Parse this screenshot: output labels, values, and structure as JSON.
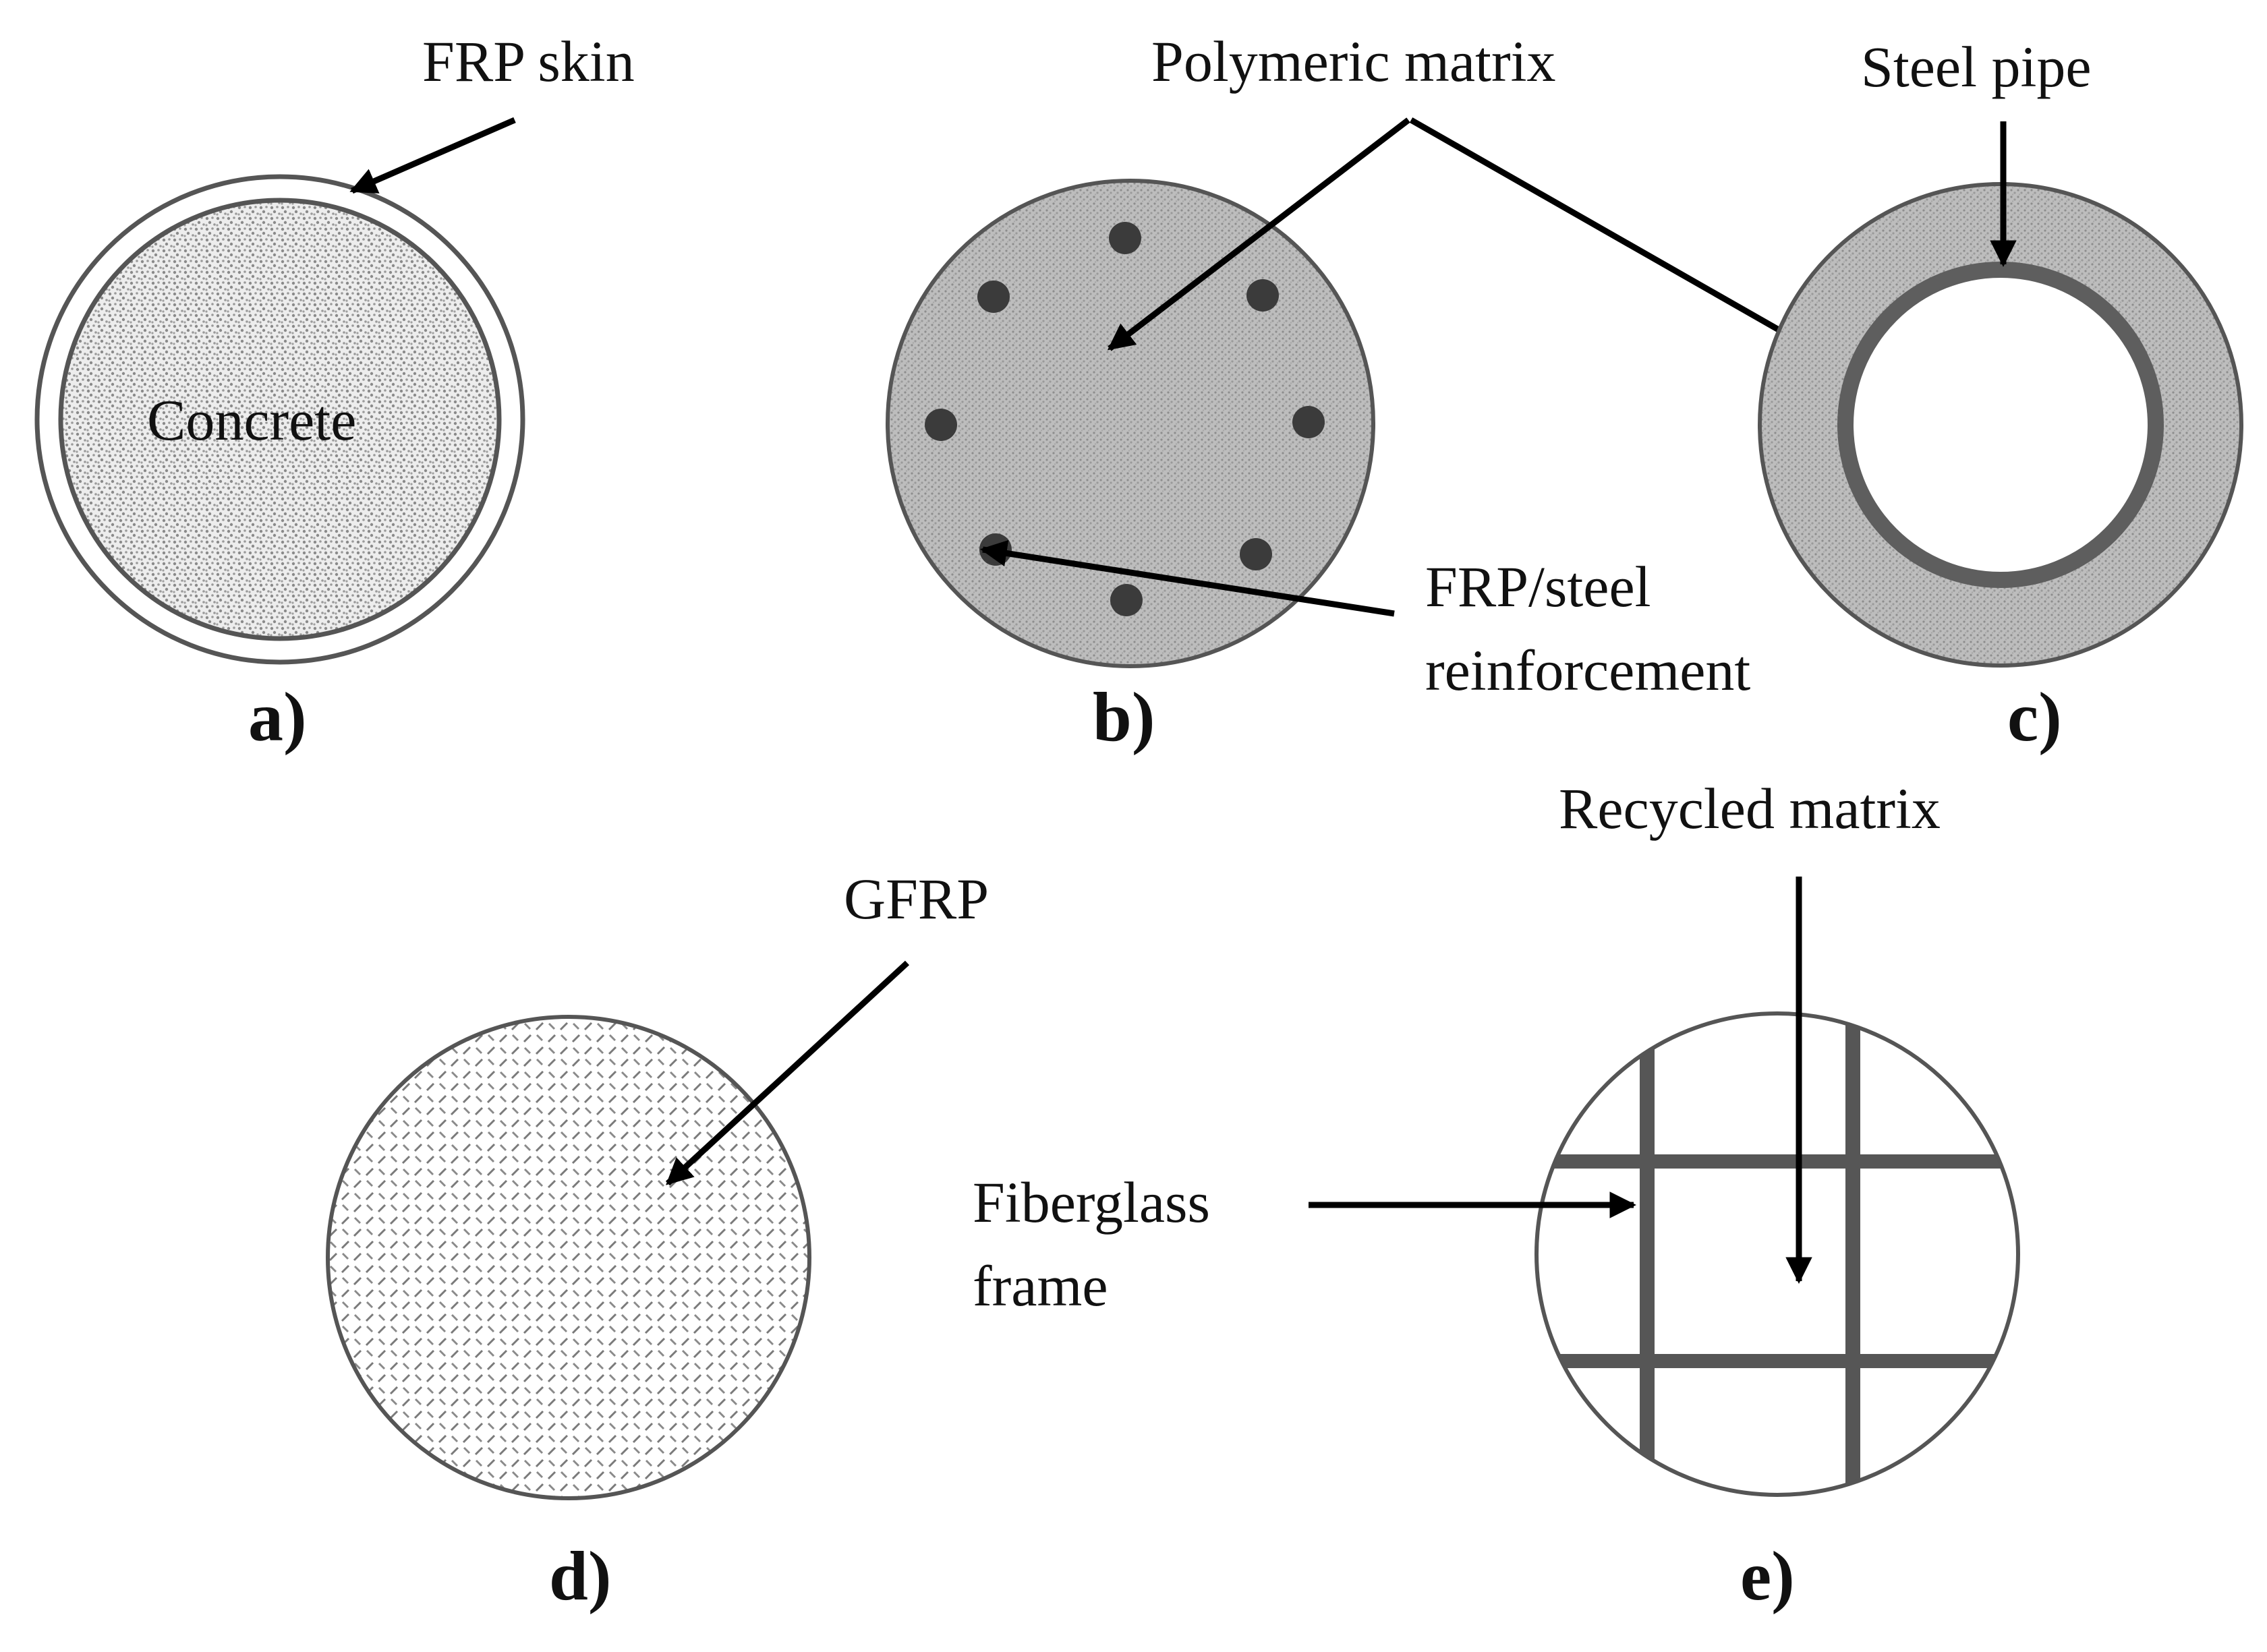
{
  "figure": {
    "panels": [
      {
        "id": "a",
        "label": "a)",
        "callouts": [
          {
            "text": "FRP skin"
          },
          {
            "text": "Concrete"
          }
        ]
      },
      {
        "id": "b",
        "label": "b)",
        "callouts": [
          {
            "text": "Polymeric matrix"
          },
          {
            "text": "FRP/steel"
          },
          {
            "text": "reinforcement"
          }
        ]
      },
      {
        "id": "c",
        "label": "c)",
        "callouts": [
          {
            "text": "Steel pipe"
          }
        ]
      },
      {
        "id": "d",
        "label": "d)",
        "callouts": [
          {
            "text": "GFRP"
          }
        ]
      },
      {
        "id": "e",
        "label": "e)",
        "callouts": [
          {
            "text": "Recycled matrix"
          },
          {
            "text": "Fiberglass"
          },
          {
            "text": "frame"
          }
        ]
      }
    ]
  },
  "colors": {
    "concrete_fill": "#ececec",
    "matrix_fill": "#b8b8b8",
    "steel_pipe": "#5e5e5e",
    "gfrp_dash": "#707070",
    "frame_bar": "#565656",
    "outline": "#555555",
    "arrow": "#000000"
  },
  "icons": [
    "arrow-icon"
  ]
}
